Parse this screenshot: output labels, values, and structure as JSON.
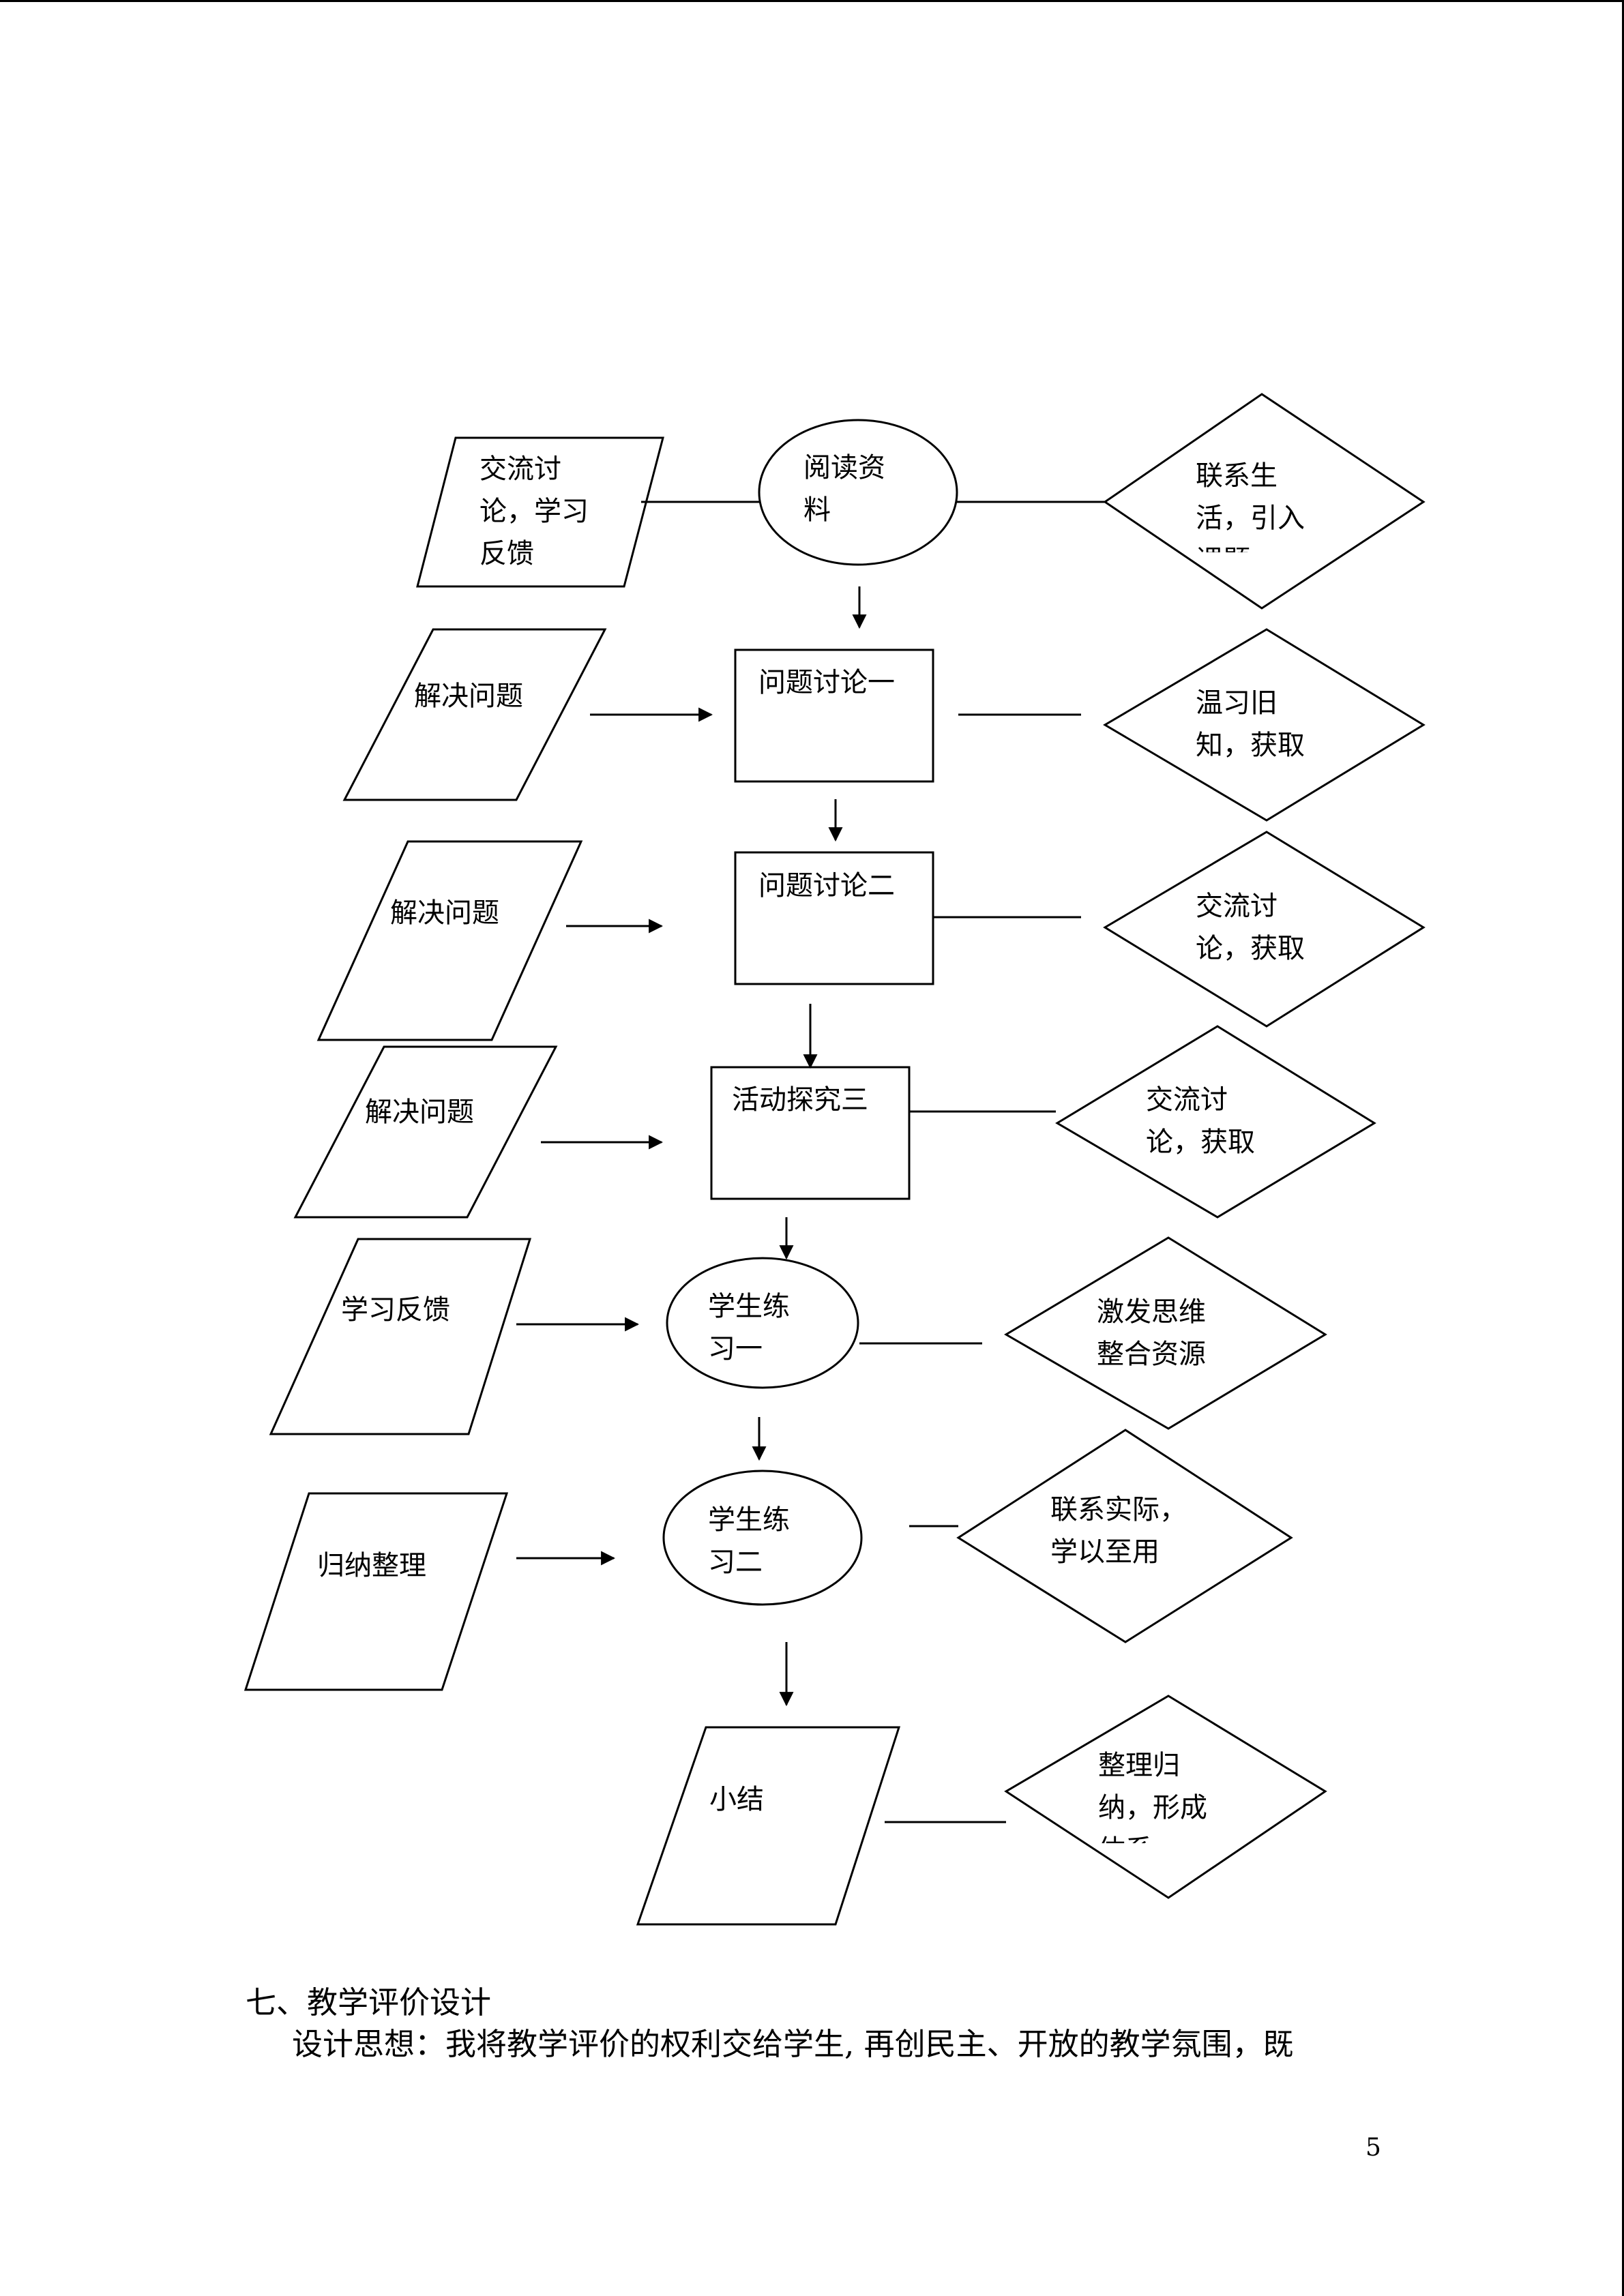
{
  "flowchart": {
    "top": {
      "left": "交流讨\n论，学习\n反馈",
      "center": "阅读资\n料",
      "right": "联系生\n活，引入\n课题"
    },
    "step1": {
      "left": "解决问题",
      "center": "问题讨论一",
      "right": "温习旧\n知，获取"
    },
    "step2": {
      "left": "解决问题",
      "center": "问题讨论二",
      "right": "交流讨\n论，获取"
    },
    "step3": {
      "left": "解决问题",
      "center": "活动探究三",
      "right": "交流讨\n论，获取"
    },
    "step4": {
      "left": "学习反馈",
      "center": "学生练\n习一",
      "right": "激发思维\n整合资源"
    },
    "step5": {
      "left": "归纳整理",
      "center": "学生练\n习二",
      "right": "联系实际，\n学以至用"
    },
    "step6": {
      "center": "小结",
      "right": "整理归\n纳，形成\n体系"
    }
  },
  "section": {
    "heading": "七、教学评价设计",
    "paragraph": "设计思想：我将教学评价的权利交给学生, 再创民主、开放的教学氛围，既"
  },
  "page_number": "5"
}
